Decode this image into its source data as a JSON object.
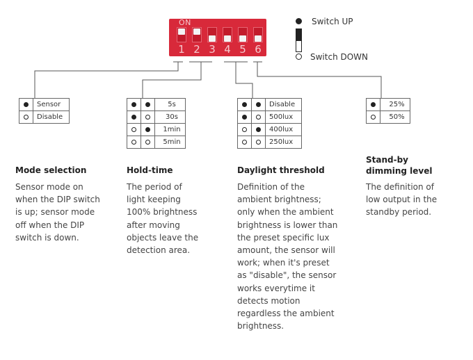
{
  "dip_switch": {
    "on_label": "ON",
    "numbers": [
      "1",
      "2",
      "3",
      "4",
      "5",
      "6"
    ],
    "positions": [
      "up",
      "up",
      "down",
      "down",
      "down",
      "down"
    ]
  },
  "legend": {
    "up_label": "Switch UP",
    "down_label": "Switch DOWN"
  },
  "mode_selection": {
    "heading": "Mode selection",
    "rows": [
      {
        "sw1": "up",
        "label": "Sensor"
      },
      {
        "sw1": "down",
        "label": "Disable"
      }
    ],
    "description": "Sensor mode on\nwhen the DIP switch\nis up; sensor mode\noff when the DIP\nswitch is down."
  },
  "hold_time": {
    "heading": "Hold-time",
    "rows": [
      {
        "sw2": "up",
        "sw3": "up",
        "label": "5s"
      },
      {
        "sw2": "up",
        "sw3": "down",
        "label": "30s"
      },
      {
        "sw2": "down",
        "sw3": "up",
        "label": "1min"
      },
      {
        "sw2": "down",
        "sw3": "down",
        "label": "5min"
      }
    ],
    "description": "The period of\nlight keeping\n100% brightness\nafter moving\nobjects leave the\ndetection area."
  },
  "daylight_threshold": {
    "heading": "Daylight threshold",
    "rows": [
      {
        "sw4": "up",
        "sw5": "up",
        "label": "Disable"
      },
      {
        "sw4": "up",
        "sw5": "down",
        "label": "500lux"
      },
      {
        "sw4": "down",
        "sw5": "up",
        "label": "400lux"
      },
      {
        "sw4": "down",
        "sw5": "down",
        "label": "250lux"
      }
    ],
    "description": "Definition of the\nambient brightness;\nonly when the ambient\nbrightness is lower than\nthe preset specific lux\namount, the sensor will\nwork; when it's preset\nas \"disable\", the sensor\nworks everytime it\ndetects motion\nregardless the ambient\nbrightness."
  },
  "standby_dimming": {
    "heading": "Stand-by\ndimming level",
    "rows": [
      {
        "sw6": "up",
        "label": "25%"
      },
      {
        "sw6": "down",
        "label": "50%"
      }
    ],
    "description": "The definition of\nlow output in the\nstandby period."
  }
}
